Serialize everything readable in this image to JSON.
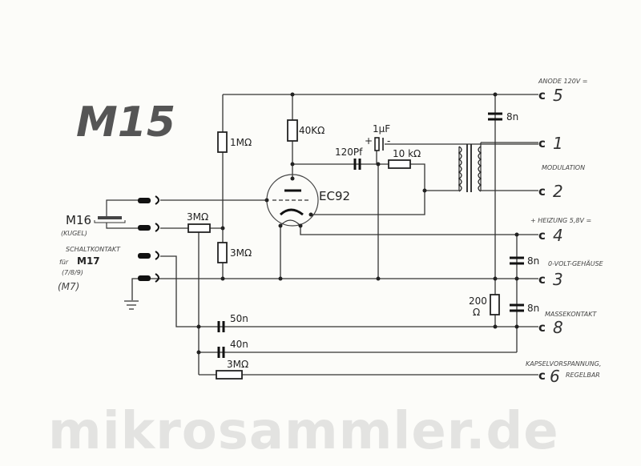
{
  "title": "M15",
  "watermark": "mikrosammler.de",
  "tube": "EC92",
  "components": {
    "r_1m": "1MΩ",
    "r_40k": "40KΩ",
    "c_1u": "1µF",
    "c_1u_plus": "+",
    "c_1u_minus": "-",
    "c_120p": "120Pf",
    "r_10k": "10 kΩ",
    "r_3m_h": "3MΩ",
    "r_3m_v": "3MΩ",
    "c_8n_top": "8n",
    "c_8n_mid": "8n",
    "c_8n_low": "8n",
    "r_200": "200",
    "r_200_unit": "Ω",
    "c_50n": "50n",
    "c_40n": "40n",
    "r_3m_bottom": "3MΩ"
  },
  "terminals": [
    {
      "num": "5",
      "label": "ANODE 120V ="
    },
    {
      "num": "1",
      "label": ""
    },
    {
      "num": "2",
      "label": ""
    },
    {
      "num": "4",
      "label": "+ HEIZUNG 5,8V ="
    },
    {
      "num": "3",
      "label": "0-VOLT-GEHÄUSE"
    },
    {
      "num": "8",
      "label": "MASSEKONTAKT"
    },
    {
      "num": "6",
      "label": "KAPSELVORSPANNUNG,"
    }
  ],
  "modulation": "MODULATION",
  "terminal6_extra": "REGELBAR",
  "left": {
    "m16": "M16",
    "m16_sub": "(KUGEL)",
    "schaltkontakt": "SCHALTKONTAKT",
    "fuer": "für",
    "m17": "M17",
    "m17_sub": "(7/8/9)",
    "m7": "(M7)"
  }
}
